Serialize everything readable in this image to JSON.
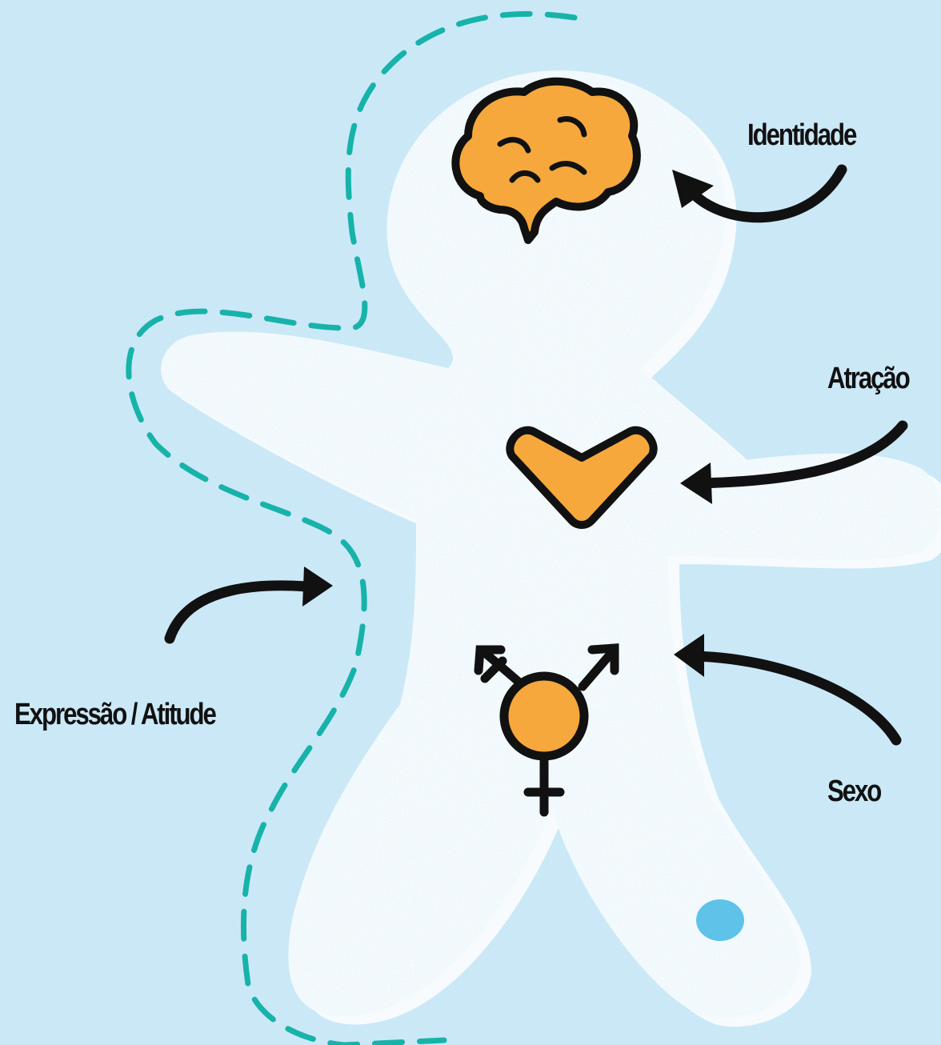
{
  "labels": {
    "identity": "Identidade",
    "attraction": "Atração",
    "expression": "Expressão / Atitude",
    "sex": "Sexo"
  },
  "colors": {
    "background": "#cde9f7",
    "figure": "#f7fbfd",
    "figure_shadow": "#9fd2ee",
    "speckle": "#5cbbe6",
    "icon_fill": "#f6a83c",
    "outline": "#111111",
    "dashed_outline": "#17b3aa"
  },
  "icons": [
    "brain-icon",
    "heart-icon",
    "transgender-symbol-icon"
  ]
}
